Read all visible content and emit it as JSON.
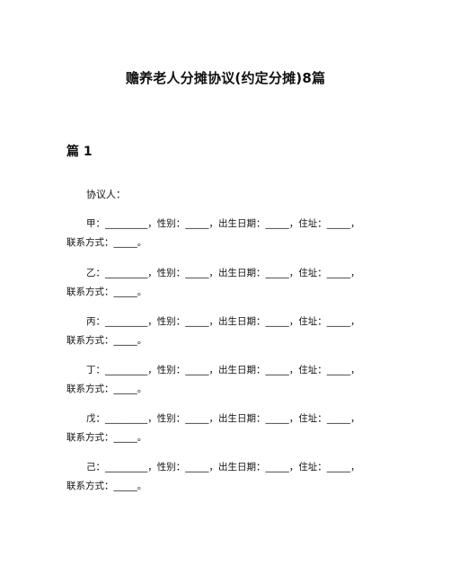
{
  "document": {
    "title": "赡养老人分摊协议(约定分摊)8篇",
    "section_heading": "篇 1",
    "intro": "协议人：",
    "parties": [
      {
        "line1": "甲：_________，性别：_____，出生日期：_____，住址：_____，",
        "line2": "联系方式：_____。"
      },
      {
        "line1": "乙：_________，性别：_____，出生日期：_____，住址：_____，",
        "line2": "联系方式：_____。"
      },
      {
        "line1": "丙：_________，性别：_____，出生日期：_____，住址：_____，",
        "line2": "联系方式：_____。"
      },
      {
        "line1": "丁：_________，性别：_____，出生日期：_____，住址：_____，",
        "line2": "联系方式：_____。"
      },
      {
        "line1": "戊：_________，性别：_____，出生日期：_____，住址：_____，",
        "line2": "联系方式：_____。"
      },
      {
        "line1": "己：_________，性别：_____，出生日期：_____，住址：_____，",
        "line2": "联系方式：_____。"
      }
    ]
  }
}
